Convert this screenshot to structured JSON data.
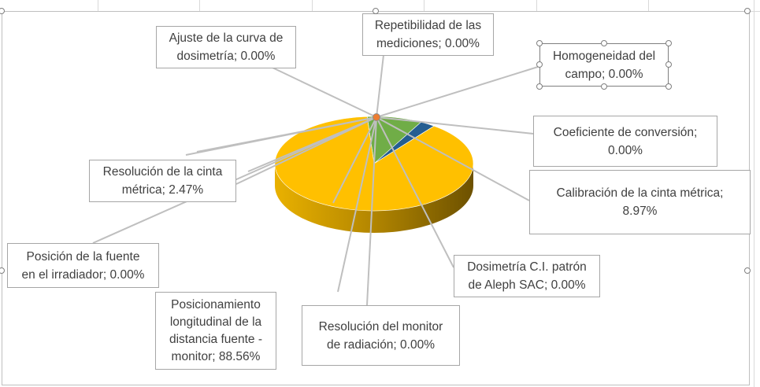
{
  "chart_data": {
    "type": "pie",
    "style": "3d-pie",
    "slices": [
      {
        "label": "Posicionamiento longitudinal de la distancia fuente - monitor",
        "value": 88.56,
        "text": "Posicionamiento longitudinal de la distancia fuente - monitor; 88.56%",
        "color": "#FFC000"
      },
      {
        "label": "Calibración de la cinta métrica",
        "value": 8.97,
        "text": "Calibración de la cinta métrica; 8.97%",
        "color": "#70AD47"
      },
      {
        "label": "Resolución de la cinta métrica",
        "value": 2.47,
        "text": "Resolución de la cinta métrica; 2.47%",
        "color": "#255E91"
      },
      {
        "label": "Ajuste de la curva de dosimetría",
        "value": 0.0,
        "text": "Ajuste de la curva de dosimetría; 0.00%"
      },
      {
        "label": "Repetibilidad de las mediciones",
        "value": 0.0,
        "text": "Repetibilidad de las mediciones; 0.00%"
      },
      {
        "label": "Homogeneidad del campo",
        "value": 0.0,
        "text": "Homogeneidad del campo; 0.00%"
      },
      {
        "label": "Coeficiente de conversión",
        "value": 0.0,
        "text": "Coeficiente de conversión; 0.00%"
      },
      {
        "label": "Dosimetría C.I. patrón de Aleph SAC",
        "value": 0.0,
        "text": "Dosimetría C.I. patrón de Aleph SAC; 0.00%"
      },
      {
        "label": "Resolución del monitor de radiación",
        "value": 0.0,
        "text": "Resolución del monitor de radiación; 0.00%"
      },
      {
        "label": "Posición de la fuente en el irradiador",
        "value": 0.0,
        "text": "Posición de la fuente en el irradiador; 0.00%"
      }
    ],
    "data_labels": {
      "ajuste": [
        "Ajuste de la curva de",
        "dosimetría; 0.00%"
      ],
      "repetibilidad": [
        "Repetibilidad de las",
        "mediciones; 0.00%"
      ],
      "homogeneidad": [
        "Homogeneidad del",
        "campo; 0.00%"
      ],
      "coeficiente": [
        "Coeficiente de conversión;",
        "0.00%"
      ],
      "calibracion": [
        "Calibración de la cinta métrica;",
        "8.97%"
      ],
      "dosimetria": [
        "Dosimetría C.I. patrón",
        "de Aleph SAC; 0.00%"
      ],
      "res_monitor": [
        "Resolución del monitor",
        "de radiación; 0.00%"
      ],
      "posicionamiento": [
        "Posicionamiento",
        "longitudinal de la",
        "distancia fuente -",
        "monitor; 88.56%"
      ],
      "posicion_fuente": [
        "Posición de la fuente",
        "en el irradiador; 0.00%"
      ],
      "res_cinta": [
        "Resolución de la cinta",
        "métrica; 2.47%"
      ]
    },
    "legend": "none"
  }
}
